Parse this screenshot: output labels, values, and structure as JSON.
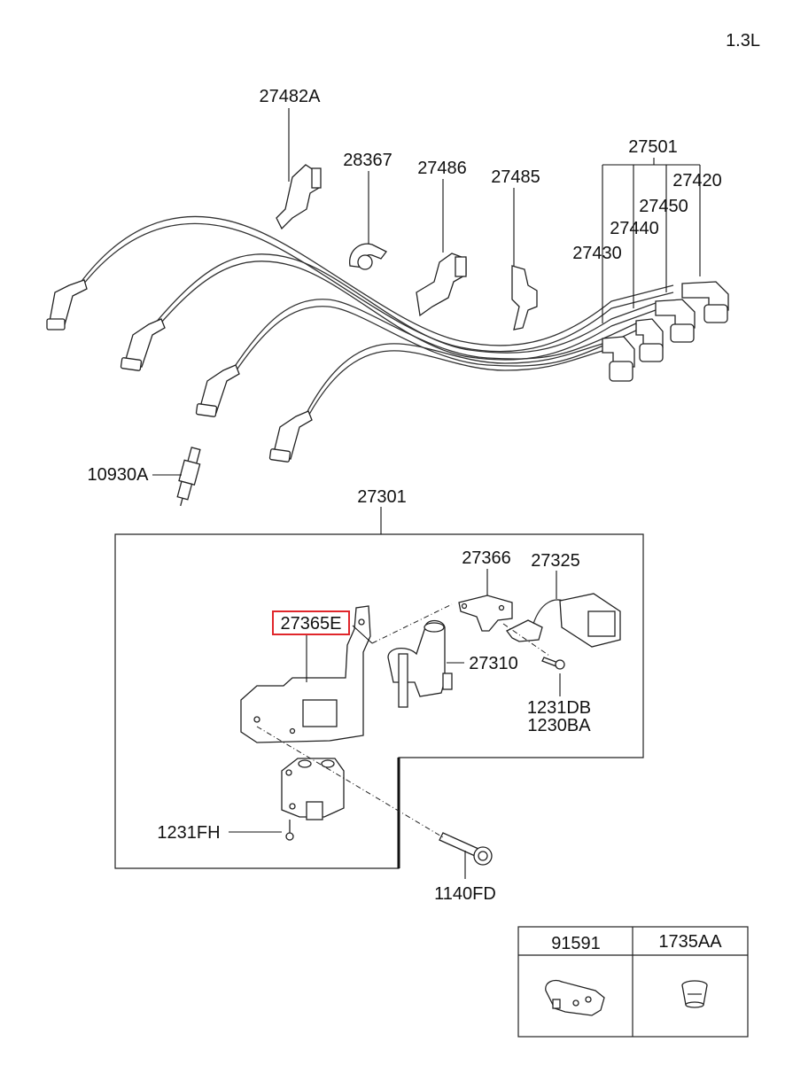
{
  "engine_label": "1.3L",
  "callouts": {
    "c27482A": "27482A",
    "c28367": "28367",
    "c27486": "27486",
    "c27485": "27485",
    "c27501": "27501",
    "c27420": "27420",
    "c27450": "27450",
    "c27440": "27440",
    "c27430": "27430",
    "c10930A": "10930A",
    "c27301": "27301",
    "c27366": "27366",
    "c27325": "27325",
    "c27365E": "27365E",
    "c27310": "27310",
    "c1231DB": "1231DB",
    "c1230BA": "1230BA",
    "c1231FH": "1231FH",
    "c1140FD": "1140FD"
  },
  "legend_table": {
    "col1_header": "91591",
    "col2_header": "1735AA",
    "col1_icon": "wire-clip-icon",
    "col2_icon": "grommet-icon"
  },
  "highlight_color": "#e0262b"
}
